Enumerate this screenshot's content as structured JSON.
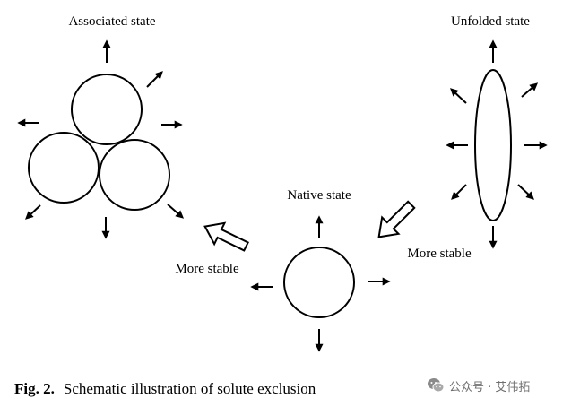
{
  "labels": {
    "associated": "Associated state",
    "unfolded": "Unfolded state",
    "native": "Native state",
    "more_stable_left": "More stable",
    "more_stable_right": "More stable"
  },
  "caption": {
    "number": "Fig. 2.",
    "text": "Schematic illustration of solute exclusion"
  },
  "watermark": {
    "text": "公众号 · 艾伟拓",
    "icon": "wechat-icon"
  }
}
